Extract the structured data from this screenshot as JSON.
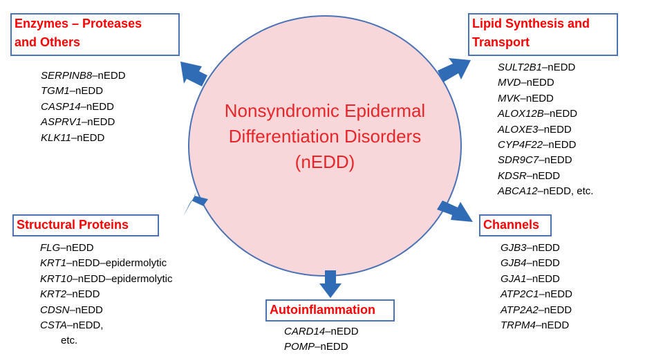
{
  "center": {
    "lines": [
      "Nonsyndromic Epidermal",
      "Differentiation Disorders",
      "(nEDD)"
    ]
  },
  "categories": {
    "enzymes": {
      "title_lines": [
        "Enzymes – Proteases",
        "and Others"
      ],
      "items": [
        {
          "gene": "SERPINB8",
          "suffix": "–nEDD"
        },
        {
          "gene": "TGM1",
          "suffix": "–nEDD"
        },
        {
          "gene": "CASP14",
          "suffix": "–nEDD"
        },
        {
          "gene": "ASPRV1",
          "suffix": "–nEDD"
        },
        {
          "gene": "KLK11",
          "suffix": "–nEDD"
        }
      ]
    },
    "lipid": {
      "title_lines": [
        "Lipid Synthesis and",
        "Transport"
      ],
      "items": [
        {
          "gene": "SULT2B1",
          "suffix": "–nEDD"
        },
        {
          "gene": "MVD",
          "suffix": "–nEDD"
        },
        {
          "gene": "MVK",
          "suffix": "–nEDD"
        },
        {
          "gene": "ALOX12B",
          "suffix": "–nEDD"
        },
        {
          "gene": "ALOXE3",
          "suffix": "–nEDD"
        },
        {
          "gene": "CYP4F22",
          "suffix": "–nEDD"
        },
        {
          "gene": "SDR9C7",
          "suffix": "–nEDD"
        },
        {
          "gene": "KDSR",
          "suffix": "–nEDD"
        },
        {
          "gene": "ABCA12",
          "suffix": "–nEDD, etc."
        }
      ]
    },
    "structural": {
      "title_lines": [
        "Structural Proteins"
      ],
      "items": [
        {
          "gene": "FLG",
          "suffix": "–nEDD"
        },
        {
          "gene": "KRT1",
          "suffix": "–nEDD–epidermolytic"
        },
        {
          "gene": "KRT10",
          "suffix": "–nEDD–epidermolytic"
        },
        {
          "gene": "KRT2",
          "suffix": "–nEDD"
        },
        {
          "gene": "CDSN",
          "suffix": "–nEDD"
        },
        {
          "gene": "CSTA",
          "suffix": "–nEDD,"
        },
        {
          "gene": "",
          "suffix": "etc."
        }
      ]
    },
    "channels": {
      "title_lines": [
        "Channels"
      ],
      "items": [
        {
          "gene": "GJB3",
          "suffix": "–nEDD"
        },
        {
          "gene": "GJB4",
          "suffix": "–nEDD"
        },
        {
          "gene": "GJA1",
          "suffix": "–nEDD"
        },
        {
          "gene": "ATP2C1",
          "suffix": "–nEDD"
        },
        {
          "gene": "ATP2A2",
          "suffix": "–nEDD"
        },
        {
          "gene": "TRPM4",
          "suffix": "–nEDD"
        }
      ]
    },
    "autoinflammation": {
      "title_lines": [
        "Autoinflammation"
      ],
      "items": [
        {
          "gene": "CARD14",
          "suffix": "–nEDD"
        },
        {
          "gene": "POMP",
          "suffix": "–nEDD"
        }
      ]
    }
  },
  "colors": {
    "arrow": "#2f6cb5",
    "box_border": "#4a72b6",
    "category_text": "#ff0000",
    "center_text": "#e8262a",
    "circle_fill": "#f7d7d9"
  }
}
